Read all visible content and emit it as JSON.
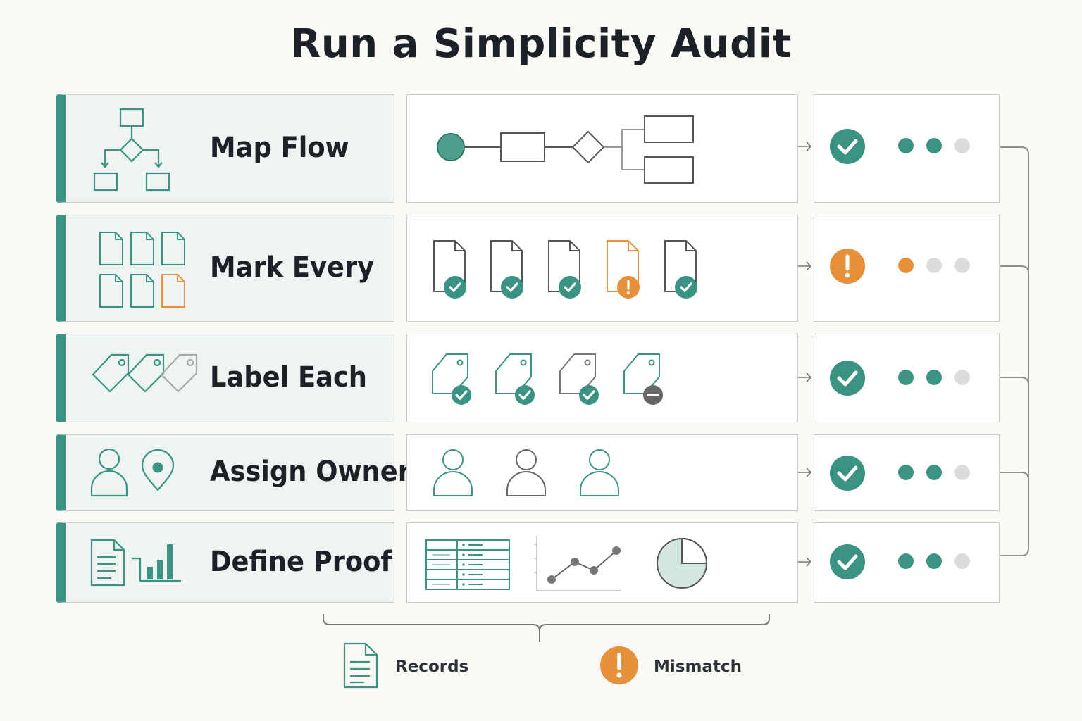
{
  "title": "Run a Simplicity Audit",
  "colors": {
    "accent": "#3a9383",
    "warning": "#e6913a",
    "muted": "#dcdcdc",
    "card_fill": "#eef4f1"
  },
  "steps": [
    {
      "label": "Map Flow",
      "step_icon": "flowchart-icon",
      "detail_icons": [
        "process-flow-diagram-icon"
      ],
      "status": "check",
      "progress_dots": [
        "filled",
        "filled",
        "empty"
      ]
    },
    {
      "label": "Mark Every",
      "step_icon": "document-grid-icon",
      "detail_icons": [
        "document-check-icon",
        "document-check-icon",
        "document-check-icon",
        "document-warning-icon",
        "document-check-icon"
      ],
      "status": "warning",
      "progress_dots": [
        "warning",
        "empty",
        "empty"
      ]
    },
    {
      "label": "Label Each",
      "step_icon": "tags-icon",
      "detail_icons": [
        "tag-check-icon",
        "tag-check-icon",
        "tag-check-icon",
        "tag-minus-icon"
      ],
      "status": "check",
      "progress_dots": [
        "filled",
        "filled",
        "empty"
      ]
    },
    {
      "label": "Assign Owner",
      "step_icon": "person-location-icon",
      "detail_icons": [
        "person-icon",
        "person-icon",
        "person-icon"
      ],
      "status": "check",
      "progress_dots": [
        "filled",
        "filled",
        "empty"
      ]
    },
    {
      "label": "Define Proof",
      "step_icon": "document-bar-chart-icon",
      "detail_icons": [
        "table-icon",
        "line-chart-icon",
        "pie-chart-icon"
      ],
      "status": "check",
      "progress_dots": [
        "filled",
        "filled",
        "empty"
      ]
    }
  ],
  "legend": [
    {
      "label": "Records",
      "icon": "document-icon"
    },
    {
      "label": "Mismatch",
      "icon": "warning-icon"
    }
  ]
}
